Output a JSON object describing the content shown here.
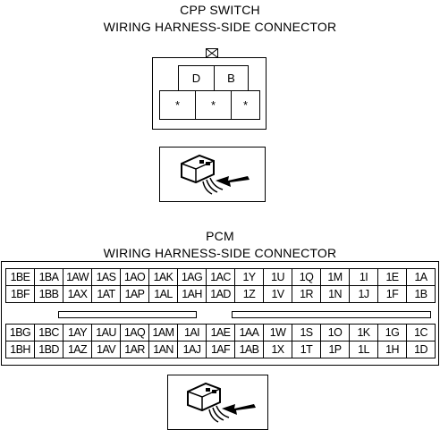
{
  "cpp": {
    "title_line1": "CPP SWITCH",
    "title_line2": "WIRING HARNESS-SIDE CONNECTOR",
    "top_cells": [
      "D",
      "B"
    ],
    "bottom_cells": [
      "*",
      "*",
      "*"
    ]
  },
  "pcm": {
    "title_line1": "PCM",
    "title_line2": "WIRING HARNESS-SIDE CONNECTOR",
    "upper_block": [
      [
        "1BE",
        "1BA",
        "1AW",
        "1AS",
        "1AO",
        "1AK",
        "1AG",
        "1AC",
        "1Y",
        "1U",
        "1Q",
        "1M",
        "1I",
        "1E",
        "1A"
      ],
      [
        "1BF",
        "1BB",
        "1AX",
        "1AT",
        "1AP",
        "1AL",
        "1AH",
        "1AD",
        "1Z",
        "1V",
        "1R",
        "1N",
        "1J",
        "1F",
        "1B"
      ]
    ],
    "lower_block": [
      [
        "1BG",
        "1BC",
        "1AY",
        "1AU",
        "1AQ",
        "1AM",
        "1AI",
        "1AE",
        "1AA",
        "1W",
        "1S",
        "1O",
        "1K",
        "1G",
        "1C"
      ],
      [
        "1BH",
        "1BD",
        "1AZ",
        "1AV",
        "1AR",
        "1AN",
        "1AJ",
        "1AF",
        "1AB",
        "1X",
        "1T",
        "1P",
        "1L",
        "1H",
        "1D"
      ]
    ]
  },
  "icons": {
    "cpp_probe": "connector-probe-icon",
    "pcm_probe": "connector-probe-icon",
    "cpp_lock": "connector-lock-icon"
  }
}
